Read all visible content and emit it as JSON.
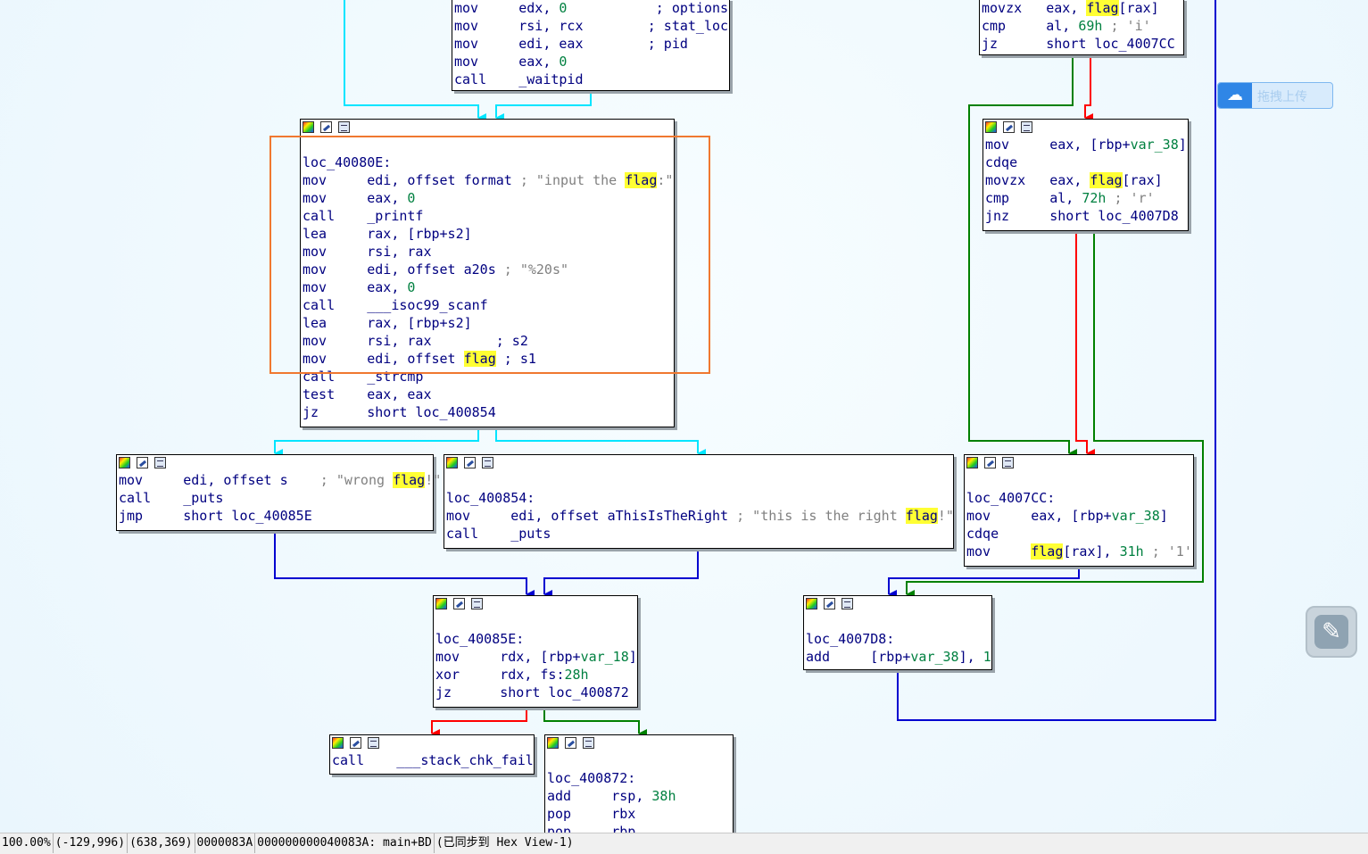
{
  "nodes": {
    "n_waitpid": {
      "lines": [
        [
          [
            "k",
            "mov     "
          ],
          [
            "k",
            "edx, "
          ],
          [
            "n",
            "0"
          ],
          [
            "k",
            "           "
          ],
          [
            "k",
            "; options"
          ]
        ],
        [
          [
            "k",
            "mov     "
          ],
          [
            "k",
            "rsi, rcx        "
          ],
          [
            "k",
            "; stat_loc"
          ]
        ],
        [
          [
            "k",
            "mov     "
          ],
          [
            "k",
            "edi, eax        "
          ],
          [
            "k",
            "; pid"
          ]
        ],
        [
          [
            "k",
            "mov     "
          ],
          [
            "k",
            "eax, "
          ],
          [
            "n",
            "0"
          ]
        ],
        [
          [
            "k",
            "call    "
          ],
          [
            "lbl",
            "_waitpid"
          ]
        ]
      ]
    },
    "n_top_right": {
      "lines": [
        [
          [
            "k",
            "movzx   "
          ],
          [
            "k",
            "eax, "
          ],
          [
            "hl",
            "flag"
          ],
          [
            "k",
            "[rax]"
          ]
        ],
        [
          [
            "k",
            "cmp     "
          ],
          [
            "k",
            "al, "
          ],
          [
            "n",
            "69h"
          ],
          [
            "c",
            " ; 'i'"
          ]
        ],
        [
          [
            "k",
            "jz      "
          ],
          [
            "k",
            "short loc_4007CC"
          ]
        ]
      ]
    },
    "n_40080E": {
      "lines": [
        [
          [
            "k",
            ""
          ]
        ],
        [
          [
            "lbl",
            "loc_40080E:"
          ]
        ],
        [
          [
            "k",
            "mov     "
          ],
          [
            "k",
            "edi, offset format "
          ],
          [
            "c",
            "; \"input the "
          ],
          [
            "hl",
            "flag"
          ],
          [
            "c",
            ":\""
          ]
        ],
        [
          [
            "k",
            "mov     "
          ],
          [
            "k",
            "eax, "
          ],
          [
            "n",
            "0"
          ]
        ],
        [
          [
            "k",
            "call    "
          ],
          [
            "lbl",
            "_printf"
          ]
        ],
        [
          [
            "k",
            "lea     "
          ],
          [
            "k",
            "rax, [rbp+s2]"
          ]
        ],
        [
          [
            "k",
            "mov     "
          ],
          [
            "k",
            "rsi, rax"
          ]
        ],
        [
          [
            "k",
            "mov     "
          ],
          [
            "k",
            "edi, offset a20s "
          ],
          [
            "c",
            "; \"%20s\""
          ]
        ],
        [
          [
            "k",
            "mov     "
          ],
          [
            "k",
            "eax, "
          ],
          [
            "n",
            "0"
          ]
        ],
        [
          [
            "k",
            "call    "
          ],
          [
            "lbl",
            "___isoc99_scanf"
          ]
        ],
        [
          [
            "k",
            "lea     "
          ],
          [
            "k",
            "rax, [rbp+s2]"
          ]
        ],
        [
          [
            "k",
            "mov     "
          ],
          [
            "k",
            "rsi, rax        "
          ],
          [
            "k",
            "; s2"
          ]
        ],
        [
          [
            "k",
            "mov     "
          ],
          [
            "k",
            "edi, offset "
          ],
          [
            "hl",
            "flag"
          ],
          [
            "k",
            " ; s1"
          ]
        ],
        [
          [
            "k",
            "call    "
          ],
          [
            "lbl",
            "_strcmp"
          ]
        ],
        [
          [
            "k",
            "test    "
          ],
          [
            "k",
            "eax, eax"
          ]
        ],
        [
          [
            "k",
            "jz      "
          ],
          [
            "k",
            "short loc_400854"
          ]
        ]
      ]
    },
    "n_var38": {
      "lines": [
        [
          [
            "k",
            "mov     "
          ],
          [
            "k",
            "eax, [rbp+"
          ],
          [
            "n",
            "var_38"
          ],
          [
            "k",
            "]"
          ]
        ],
        [
          [
            "k",
            "cdqe"
          ]
        ],
        [
          [
            "k",
            "movzx   "
          ],
          [
            "k",
            "eax, "
          ],
          [
            "hl",
            "flag"
          ],
          [
            "k",
            "[rax]"
          ]
        ],
        [
          [
            "k",
            "cmp     "
          ],
          [
            "k",
            "al, "
          ],
          [
            "n",
            "72h"
          ],
          [
            "c",
            " ; 'r'"
          ]
        ],
        [
          [
            "k",
            "jnz     "
          ],
          [
            "k",
            "short loc_4007D8"
          ]
        ]
      ]
    },
    "n_wrong": {
      "lines": [
        [
          [
            "k",
            "mov     "
          ],
          [
            "k",
            "edi, offset s    "
          ],
          [
            "c",
            "; \"wrong "
          ],
          [
            "hl",
            "flag"
          ],
          [
            "c",
            "!\""
          ]
        ],
        [
          [
            "k",
            "call    "
          ],
          [
            "lbl",
            "_puts"
          ]
        ],
        [
          [
            "k",
            "jmp     "
          ],
          [
            "k",
            "short loc_40085E"
          ]
        ]
      ]
    },
    "n_400854": {
      "lines": [
        [
          [
            "k",
            ""
          ]
        ],
        [
          [
            "lbl",
            "loc_400854:"
          ]
        ],
        [
          [
            "k",
            "mov     "
          ],
          [
            "k",
            "edi, offset aThisIsTheRight "
          ],
          [
            "c",
            "; \"this is the right "
          ],
          [
            "hl",
            "flag"
          ],
          [
            "c",
            "!\""
          ]
        ],
        [
          [
            "k",
            "call    "
          ],
          [
            "lbl",
            "_puts"
          ]
        ]
      ]
    },
    "n_4007CC": {
      "lines": [
        [
          [
            "k",
            ""
          ]
        ],
        [
          [
            "lbl",
            "loc_4007CC:"
          ]
        ],
        [
          [
            "k",
            "mov     "
          ],
          [
            "k",
            "eax, [rbp+"
          ],
          [
            "n",
            "var_38"
          ],
          [
            "k",
            "]"
          ]
        ],
        [
          [
            "k",
            "cdqe"
          ]
        ],
        [
          [
            "k",
            "mov     "
          ],
          [
            "hl",
            "flag"
          ],
          [
            "k",
            "[rax], "
          ],
          [
            "n",
            "31h"
          ],
          [
            "c",
            " ; '1'"
          ]
        ]
      ]
    },
    "n_40085E": {
      "lines": [
        [
          [
            "k",
            ""
          ]
        ],
        [
          [
            "lbl",
            "loc_40085E:"
          ]
        ],
        [
          [
            "k",
            "mov     "
          ],
          [
            "k",
            "rdx, [rbp+"
          ],
          [
            "n",
            "var_18"
          ],
          [
            "k",
            "]"
          ]
        ],
        [
          [
            "k",
            "xor     "
          ],
          [
            "k",
            "rdx, fs:"
          ],
          [
            "n",
            "28h"
          ]
        ],
        [
          [
            "k",
            "jz      "
          ],
          [
            "k",
            "short loc_400872"
          ]
        ]
      ]
    },
    "n_4007D8": {
      "lines": [
        [
          [
            "k",
            ""
          ]
        ],
        [
          [
            "lbl",
            "loc_4007D8:"
          ]
        ],
        [
          [
            "k",
            "add     "
          ],
          [
            "k",
            "[rbp+"
          ],
          [
            "n",
            "var_38"
          ],
          [
            "k",
            "], "
          ],
          [
            "n",
            "1"
          ]
        ]
      ]
    },
    "n_stackfail": {
      "lines": [
        [
          [
            "k",
            "call    "
          ],
          [
            "lbl",
            "___stack_chk_fail"
          ]
        ]
      ]
    },
    "n_400872": {
      "lines": [
        [
          [
            "k",
            ""
          ]
        ],
        [
          [
            "lbl",
            "loc_400872:"
          ]
        ],
        [
          [
            "k",
            "add     "
          ],
          [
            "k",
            "rsp, "
          ],
          [
            "n",
            "38h"
          ]
        ],
        [
          [
            "k",
            "pop     "
          ],
          [
            "k",
            "rbx"
          ]
        ],
        [
          [
            "k",
            "pop     "
          ],
          [
            "k",
            "rbp"
          ]
        ]
      ]
    }
  },
  "upload_button": {
    "icon": "cloud-icon",
    "label": "拖拽上传"
  },
  "side_button": {
    "icon": "pen-icon"
  },
  "status_bar": {
    "zoom": "100.00%",
    "coords1": "(-129,996)",
    "coords2": "(638,369)",
    "offset": "0000083A",
    "address": "000000000040083A: main+BD",
    "sync": "(已同步到 Hex View-1)"
  },
  "colors": {
    "edge_cyan": "#00e5ff",
    "edge_red": "#ff0000",
    "edge_green": "#008000",
    "edge_blue": "#0000d0",
    "highlight": "#ffff33",
    "selection": "#f07830"
  }
}
